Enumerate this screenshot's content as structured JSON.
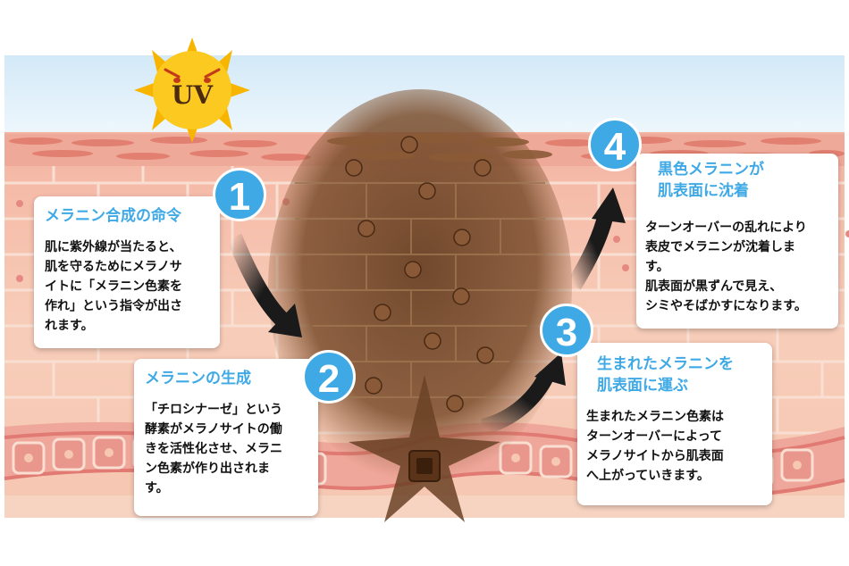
{
  "sun": {
    "label": "UV"
  },
  "steps": [
    {
      "number": "1",
      "title": "メラニン合成の命令",
      "body": "肌に紫外線が当たると、\n肌を守るためにメラノサ\nイトに「メラニン色素を\n作れ」という指令が出さ\nれます。"
    },
    {
      "number": "2",
      "title": "メラニンの生成",
      "body": "「チロシナーゼ」という\n酵素がメラノサイトの働\nきを活性化させ、メラニ\nン色素が作り出されま\nす。"
    },
    {
      "number": "3",
      "title": "生まれたメラニンを\n肌表面に運ぶ",
      "body": "生まれたメラニン色素は\nターンオーバーによって\nメラノサイトから肌表面\nへ上がっていきます。"
    },
    {
      "number": "4",
      "title": "黒色メラニンが\n肌表面に沈着",
      "body": "ターンオーバーの乱れにより\n表皮でメラニンが沈着しま\nす。\n肌表面が黒ずんで見え、\nシミやそばかすになります。"
    }
  ],
  "colors": {
    "sky_top": "#d8ecf8",
    "skin_surface": "#e9a08f",
    "skin_layer": "#f6c9b6",
    "cell_line": "#f9dfd2",
    "melanin": "#6b4226",
    "accent": "#3fa9e6",
    "sun": "#f9c31f",
    "arrow": "#1a1a1a"
  }
}
